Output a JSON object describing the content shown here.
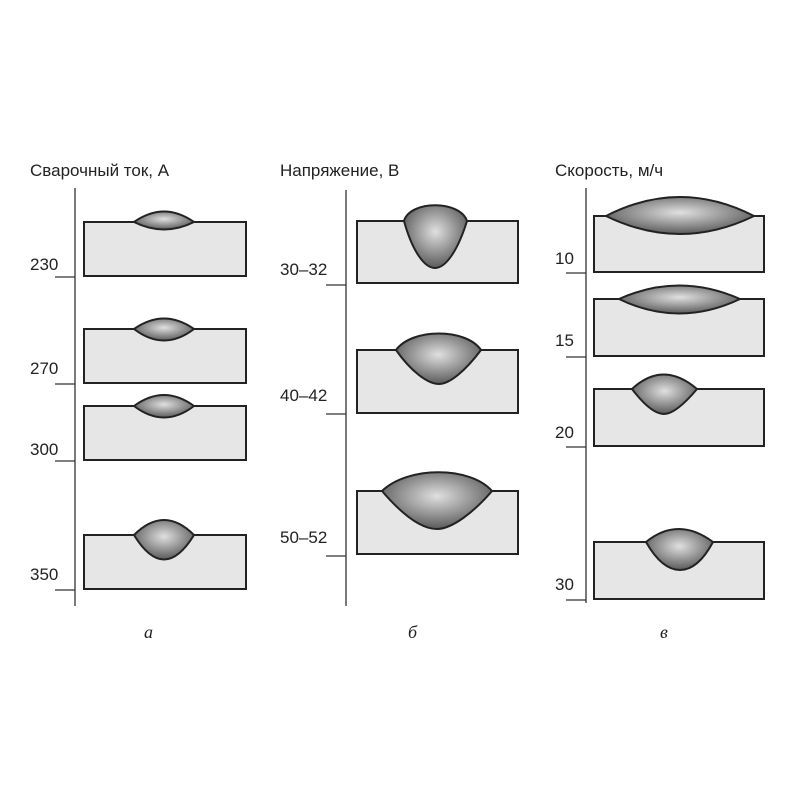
{
  "colors": {
    "plate_fill": "#e6e6e6",
    "outline": "#222222",
    "bead_light": "#e0e0e0",
    "bead_dark": "#555555"
  },
  "columns": [
    {
      "title": "Сварочный ток, А",
      "panel_letter": "а",
      "samples": [
        {
          "label": "230"
        },
        {
          "label": "270"
        },
        {
          "label": "300"
        },
        {
          "label": "350"
        }
      ]
    },
    {
      "title": "Напряжение, В",
      "panel_letter": "б",
      "samples": [
        {
          "label": "30–32"
        },
        {
          "label": "40–42"
        },
        {
          "label": "50–52"
        }
      ]
    },
    {
      "title": "Скорость, м/ч",
      "panel_letter": "в",
      "samples": [
        {
          "label": "10"
        },
        {
          "label": "15"
        },
        {
          "label": "20"
        },
        {
          "label": "30"
        }
      ]
    }
  ]
}
